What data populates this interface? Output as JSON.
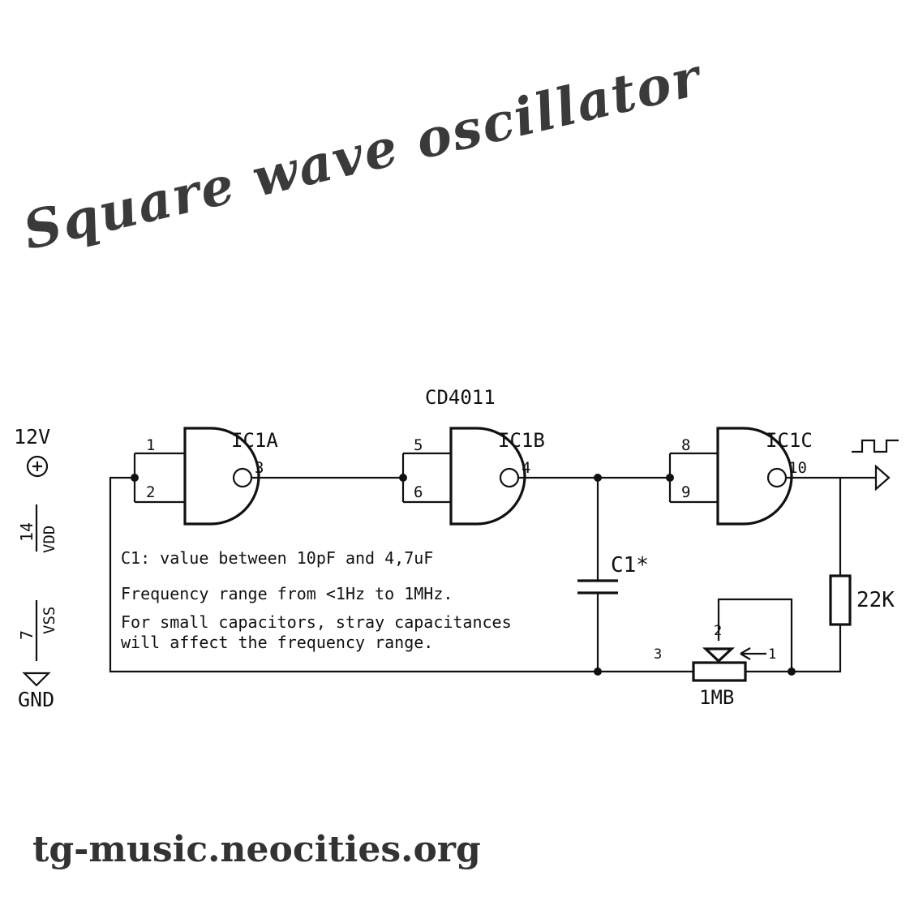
{
  "title": "Square wave oscillator",
  "footer": "tg-music.neocities.org",
  "ic": {
    "part": "CD4011",
    "gates": [
      {
        "name": "IC1A",
        "in1": "1",
        "in2": "2",
        "out": "3"
      },
      {
        "name": "IC1B",
        "in1": "5",
        "in2": "6",
        "out": "4"
      },
      {
        "name": "IC1C",
        "in1": "8",
        "in2": "9",
        "out": "10"
      }
    ]
  },
  "power": {
    "supply": "12V",
    "vdd_pin": "14",
    "vdd_label": "VDD",
    "vss_pin": "7",
    "vss_label": "VSS",
    "ground": "GND"
  },
  "components": {
    "capacitor": "C1*",
    "resistor": "22K",
    "pot": {
      "value": "1MB",
      "pin1": "1",
      "pin2": "2",
      "pin3": "3"
    }
  },
  "notes": [
    "C1: value between 10pF and 4,7uF",
    "Frequency range from <1Hz to 1MHz.",
    "For small capacitors, stray capacitances",
    "will affect the frequency range."
  ],
  "colors": {
    "ink": "#111111",
    "title": "#3a3a3a",
    "background": "#ffffff"
  }
}
